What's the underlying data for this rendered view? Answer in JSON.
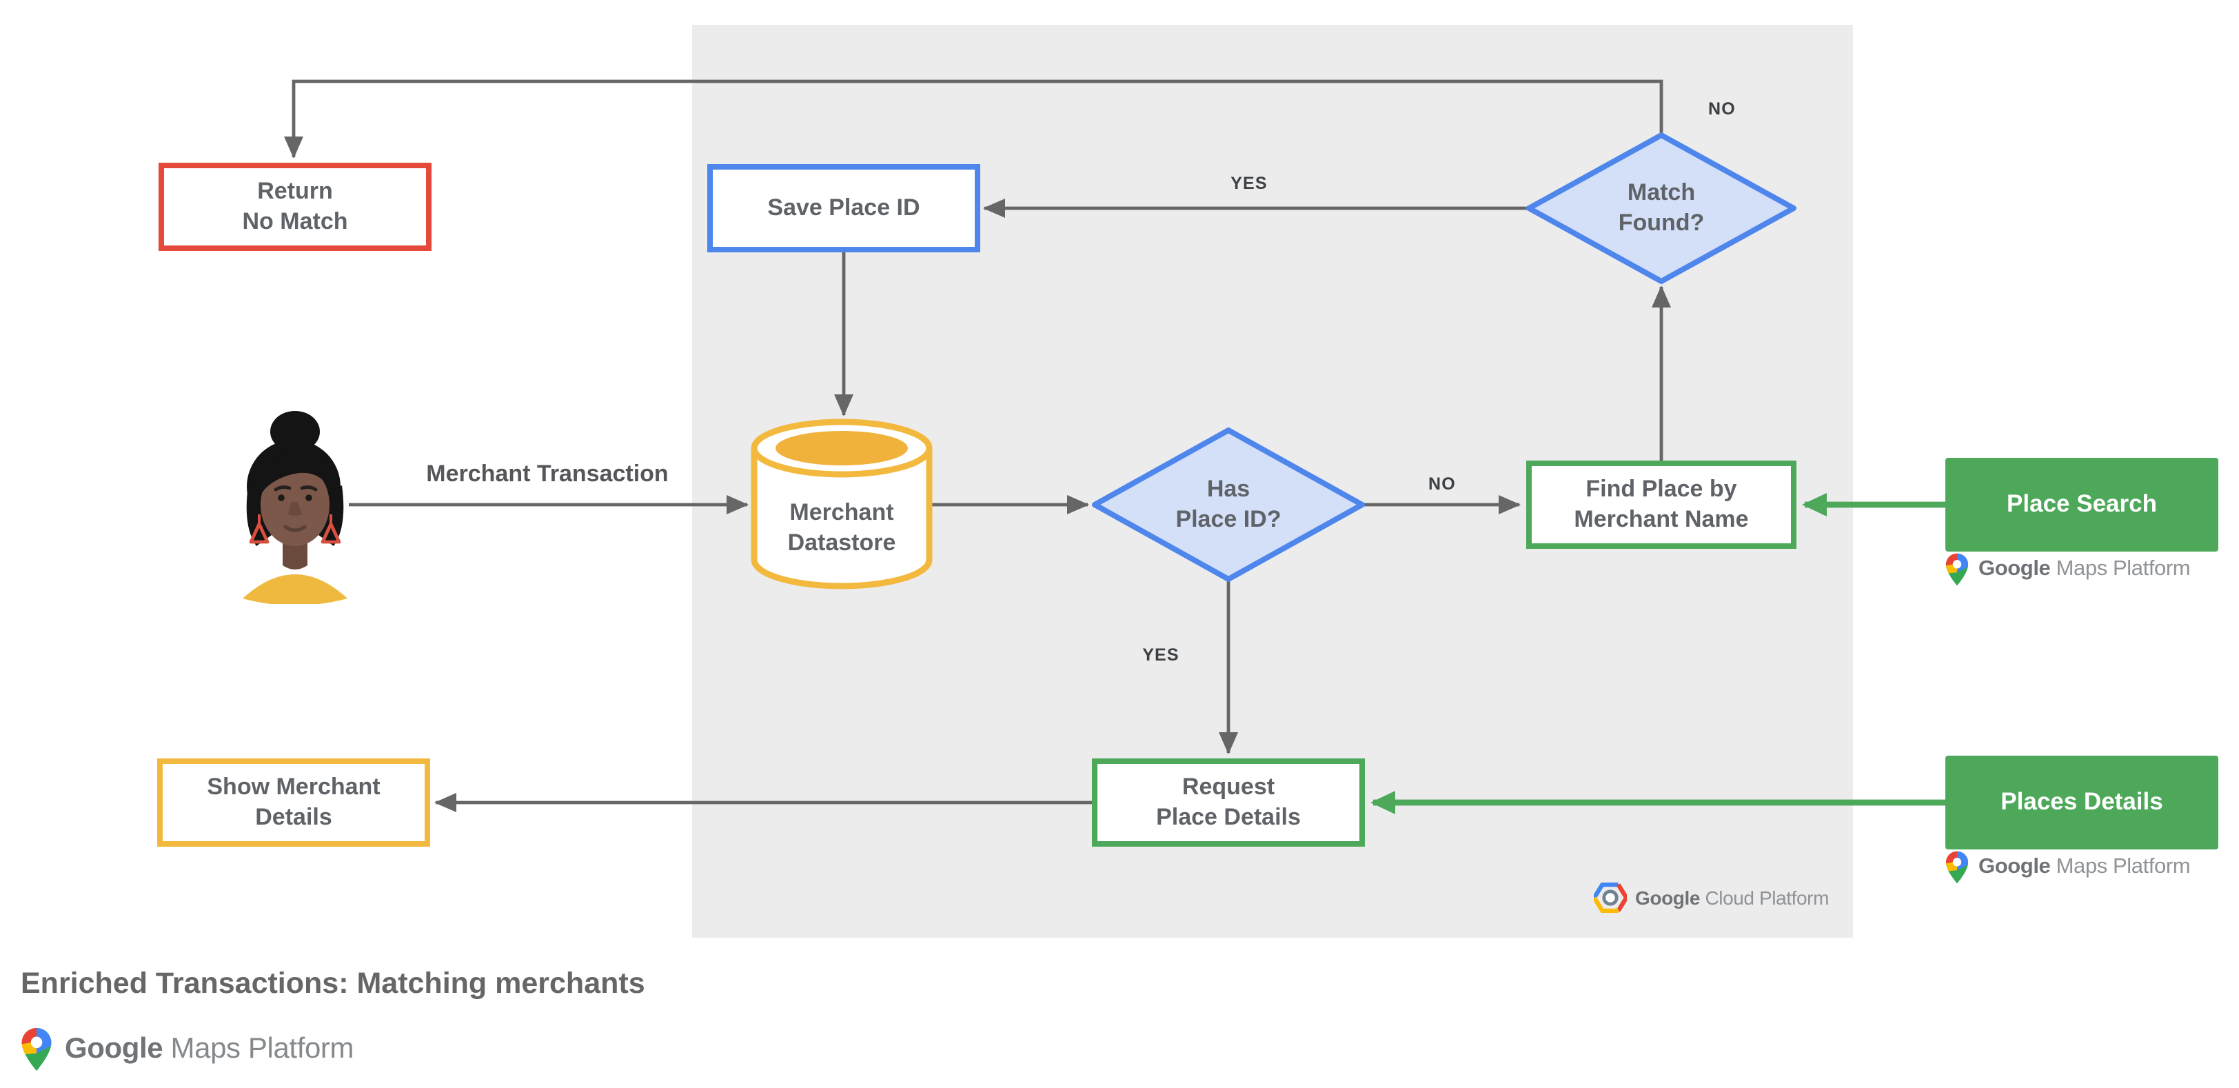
{
  "title": "Enriched Transactions: Matching merchants",
  "colors": {
    "red": "#E5493C",
    "blue": "#4E86EC",
    "blue_fill": "#D3E0F8",
    "yellow": "#F3B93F",
    "yellow_fill": "#F1B23C",
    "green": "#4DA85A",
    "panel": "#ECECEC",
    "arrow": "#666666",
    "node_text": "#5F6368",
    "label_text": "#3C4043"
  },
  "nodes": {
    "return_no_match": {
      "line1": "Return",
      "line2": "No Match"
    },
    "save_place_id": {
      "label": "Save Place ID"
    },
    "merchant_datastore": {
      "line1": "Merchant",
      "line2": "Datastore"
    },
    "match_found": {
      "line1": "Match",
      "line2": "Found?"
    },
    "has_place_id": {
      "line1": "Has",
      "line2": "Place ID?"
    },
    "find_place": {
      "line1": "Find Place by",
      "line2": "Merchant Name"
    },
    "request_place_details": {
      "line1": "Request",
      "line2": "Place Details"
    },
    "show_merchant_details": {
      "line1": "Show Merchant",
      "line2": "Details"
    },
    "place_search": {
      "label": "Place Search"
    },
    "places_details": {
      "label": "Places Details"
    }
  },
  "edge_labels": {
    "merchant_transaction": "Merchant Transaction",
    "match_found_yes": "YES",
    "match_found_no": "NO",
    "has_place_id_yes": "YES",
    "has_place_id_no": "NO"
  },
  "logos": {
    "maps_platform_google": "Google",
    "maps_platform_rest": " Maps Platform",
    "cloud_platform_google": "Google",
    "cloud_platform_rest": " Cloud Platform"
  }
}
